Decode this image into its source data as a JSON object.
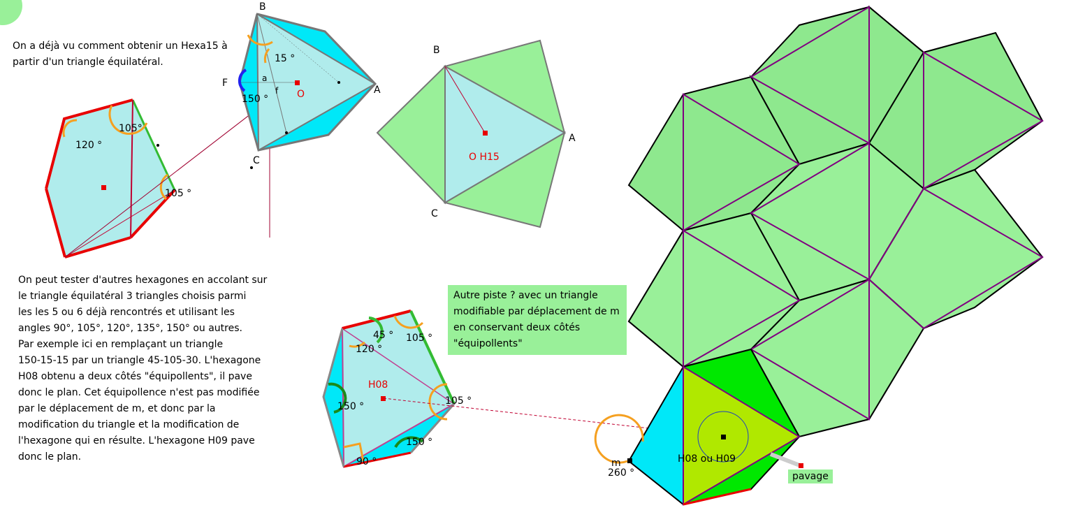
{
  "texts": {
    "intro": "On a déjà vu comment obtenir un Hexa15 à\npartir d'un triangle équilatéral.",
    "body": "On peut tester d'autres hexagones en accolant sur\n le triangle équilatéral 3 triangles choisis parmi\nles les 5 ou 6 déjà rencontrés et utilisant les\nangles 90°, 105°, 120°, 135°, 150° ou autres.\nPar exemple ici en remplaçant un triangle\n150-15-15 par un triangle 45-105-30. L'hexagone\n H08 obtenu a deux côtés \"équipollents\", il pave\ndonc le plan. Cet équipollence n'est pas modifiée\npar le déplacement de m, et donc par la\nmodification du triangle et la modification de\nl'hexagone qui en résulte. L'hexagone H09 pave\ndonc le plan.",
    "note": "Autre piste ? avec un triangle\nmodifiable par déplacement de m\nen conservant deux côtés\n\"équipollents\"",
    "pavage": "pavage"
  },
  "labels": {
    "angle_120": "120 °",
    "angle_105a": "105°",
    "angle_105b": "105 °",
    "angle_15": "15 °",
    "angle_150": "150 °",
    "B": "B",
    "A": "A",
    "C": "C",
    "F": "F",
    "O": "O",
    "a": "a",
    "f": "f",
    "B2": "B",
    "A2": "A",
    "C2": "C",
    "O_H15": "O H15",
    "H08": "H08",
    "h08_45": "45 °",
    "h08_105a": "105 °",
    "h08_120": "120 °",
    "h08_150a": "150 °",
    "h08_105b": "105 °",
    "h08_150b": "150 °",
    "h08_90": "90 °",
    "m": "m",
    "angle_260": "260 °",
    "H08_H09": "H08 ou H09"
  },
  "colors": {
    "light_cyan": "#b0ecec",
    "cyan": "#00e8f8",
    "light_green": "#99f099",
    "green_tile": "#8ee88e",
    "yellow_tile": "#ece08c",
    "bright_green": "#00e800",
    "lime": "#b0e800",
    "red": "#e80000",
    "green_edge": "#33bb33",
    "orange": "#f5a020",
    "purple": "#800080",
    "dark_red": "#a00030"
  }
}
